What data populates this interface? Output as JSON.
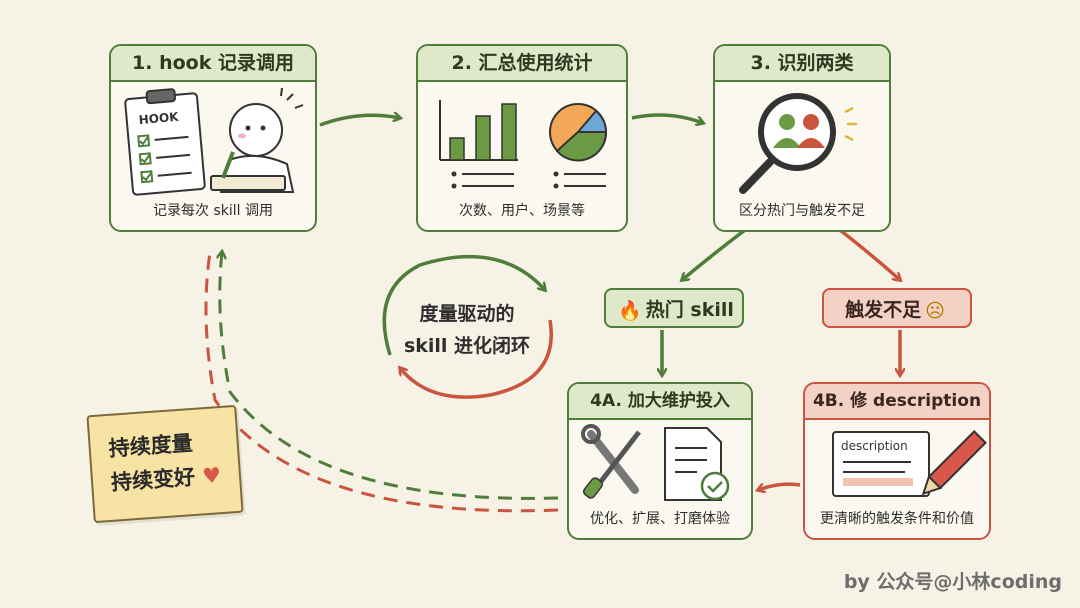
{
  "steps": {
    "s1": {
      "title": "1. hook 记录调用",
      "caption": "记录每次 skill 调用",
      "clipboard_label": "HOOK"
    },
    "s2": {
      "title": "2. 汇总使用统计",
      "caption": "次数、用户、场景等"
    },
    "s3": {
      "title": "3. 识别两类",
      "caption": "区分热门与触发不足"
    },
    "s4a": {
      "title": "4A. 加大维护投入",
      "caption": "优化、扩展、打磨体验"
    },
    "s4b": {
      "title": "4B. 修 description",
      "caption": "更清晰的触发条件和价值",
      "doc_label": "description"
    }
  },
  "branches": {
    "hot": {
      "label": "热门 skill",
      "emoji": "🔥"
    },
    "weak": {
      "label": "触发不足",
      "emoji": "☹"
    }
  },
  "loop": {
    "line1": "度量驱动的",
    "line2": "skill 进化闭环"
  },
  "note": {
    "line1": "持续度量",
    "line2": "持续变好",
    "heart": "♥"
  },
  "credit": "by 公众号@小林coding",
  "colors": {
    "green": "#4f7d3a",
    "red": "#c9553f",
    "bar_green": "#6c9a44",
    "orange": "#f2a857",
    "blue": "#6fa8d6"
  }
}
